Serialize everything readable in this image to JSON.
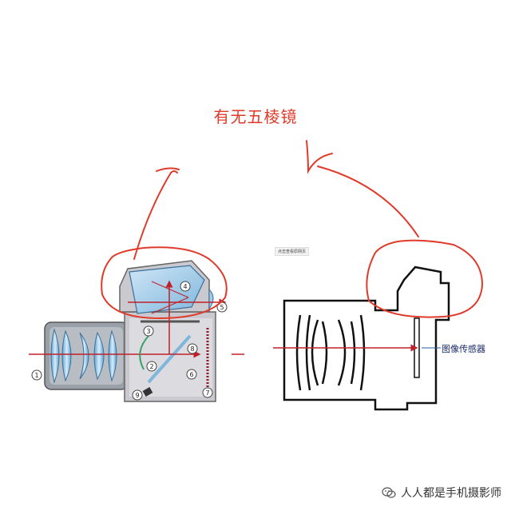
{
  "title": "有无五棱镜",
  "sensor_label": "图像传感器",
  "tooltip_text": "点击查看原网页",
  "watermark_text": "人人都是手机摄影师",
  "callouts": [
    "1",
    "2",
    "3",
    "4",
    "5",
    "6",
    "7",
    "8",
    "9"
  ],
  "colors": {
    "annotation_red": "#e03a2a",
    "light_path": "#c0202a",
    "lens_blue": "#7fb6dc",
    "body_gray": "#c9c9cf",
    "outline": "#111111"
  },
  "icons": [
    "wechat-icon"
  ]
}
